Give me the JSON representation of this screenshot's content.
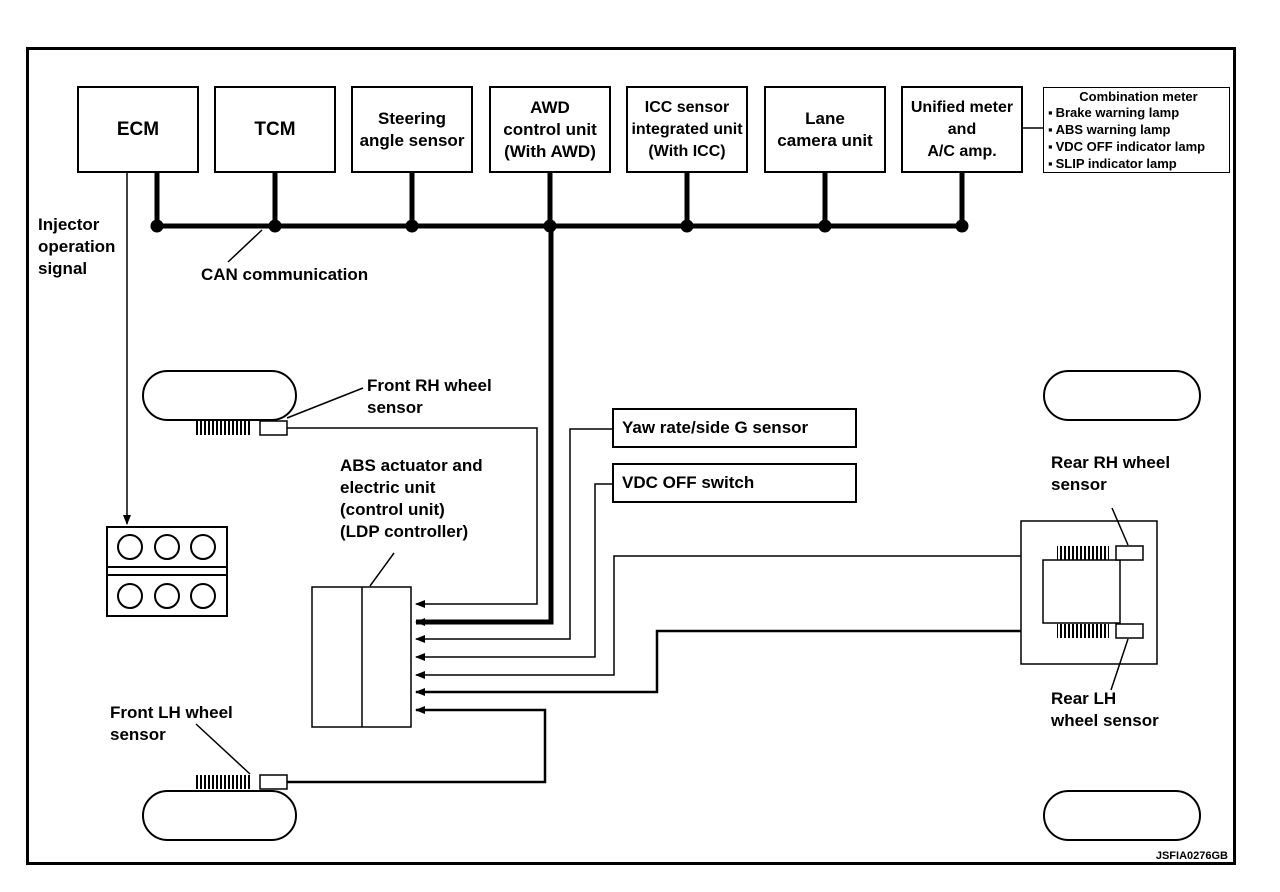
{
  "modules": {
    "ecm": "ECM",
    "tcm": "TCM",
    "steering_angle_sensor": "Steering\nangle sensor",
    "awd_control_unit": "AWD\ncontrol unit\n(With AWD)",
    "icc_sensor_unit": "ICC sensor\nintegrated unit\n(With ICC)",
    "lane_camera_unit": "Lane\ncamera unit",
    "unified_meter": "Unified meter\nand\nA/C amp."
  },
  "combination_meter": {
    "title": "Combination meter",
    "items": [
      "Brake warning lamp",
      "ABS warning lamp",
      "VDC OFF indicator lamp",
      "SLIP indicator lamp"
    ]
  },
  "labels": {
    "injector_signal": "Injector\noperation\nsignal",
    "can_communication": "CAN communication",
    "front_rh_wheel_sensor": "Front RH wheel\nsensor",
    "front_lh_wheel_sensor": "Front LH wheel\nsensor",
    "rear_rh_wheel_sensor": "Rear RH wheel\nsensor",
    "rear_lh_wheel_sensor": "Rear LH\nwheel sensor",
    "abs_actuator": "ABS actuator and\nelectric unit\n(control unit)\n(LDP controller)"
  },
  "sensors": {
    "yaw_rate": "Yaw rate/side G sensor",
    "vdc_off_switch": "VDC OFF switch"
  },
  "figure_code": "JSFIA0276GB"
}
